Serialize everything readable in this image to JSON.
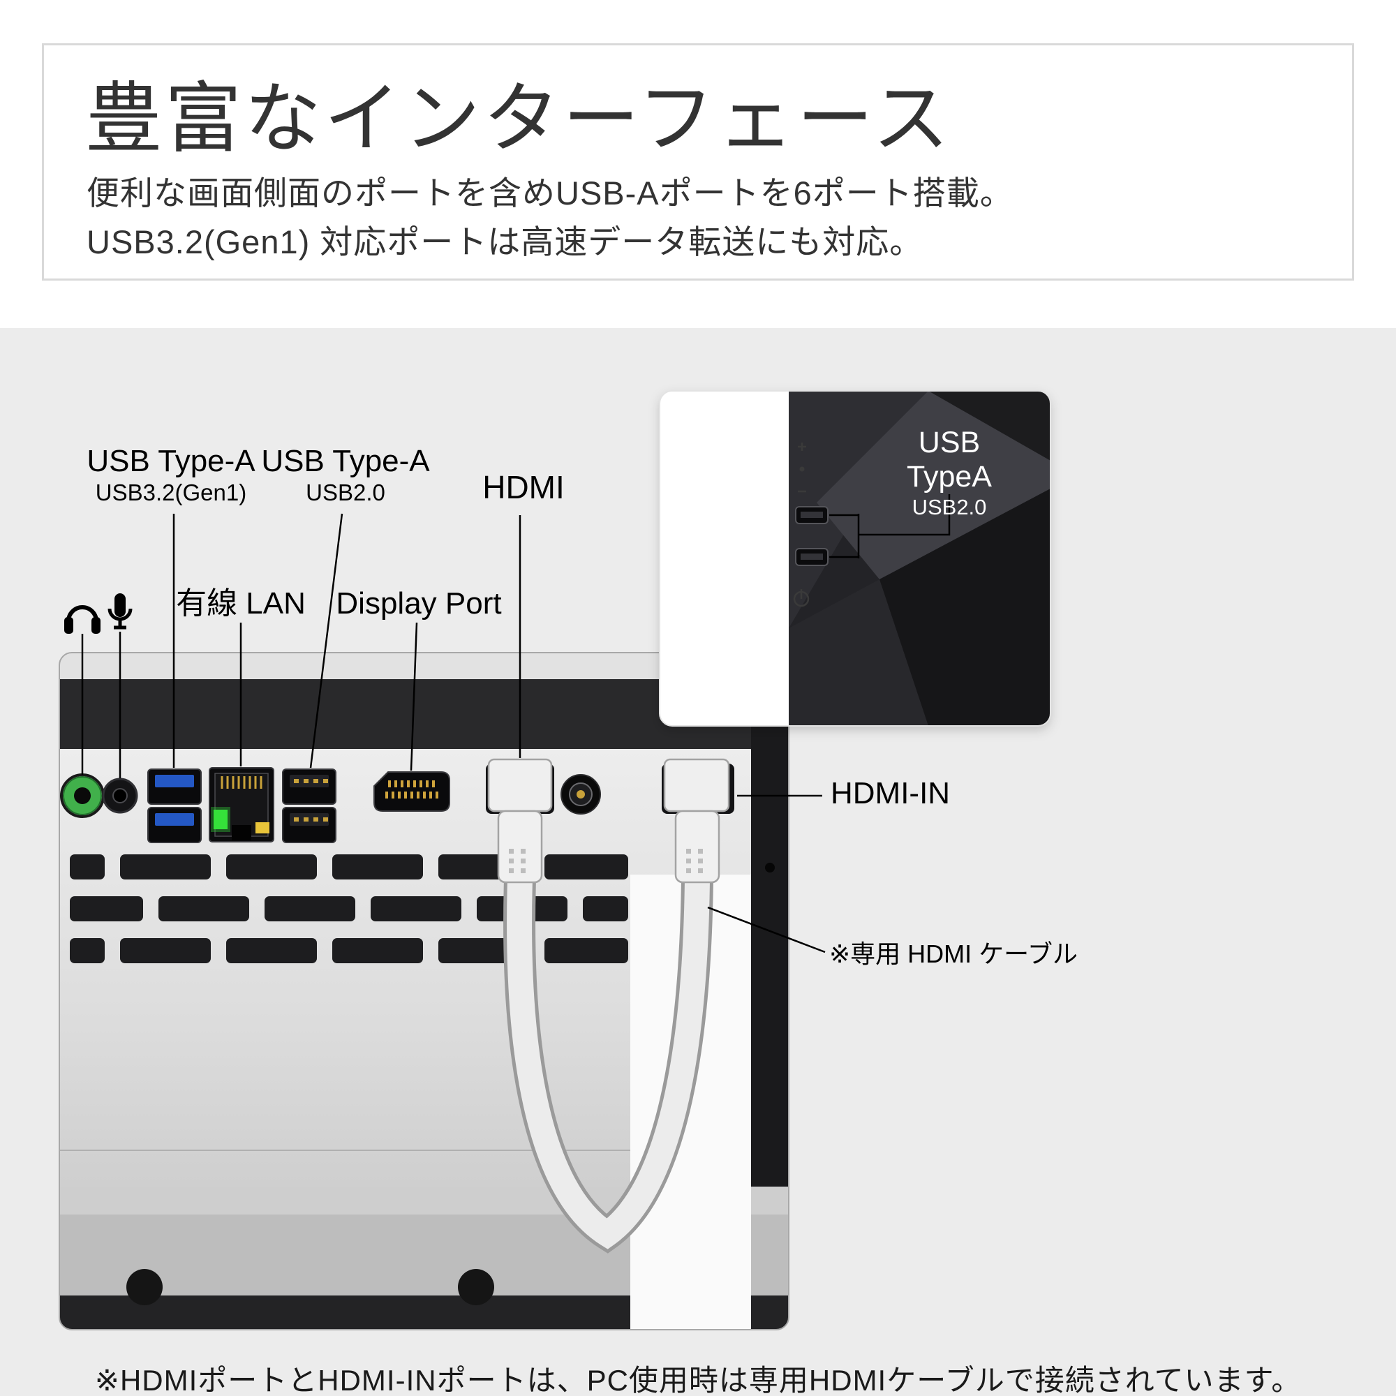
{
  "header": {
    "title": "豊富なインターフェース",
    "description_line1": "便利な画面側面のポートを含めUSB-Aポートを6ポート搭載。",
    "description_line2": "USB3.2(Gen1) 対応ポートは高速データ転送にも対応。"
  },
  "diagram": {
    "labels": {
      "usb_front": {
        "title": "USB Type-A",
        "sub": "USB3.2(Gen1)"
      },
      "usb_rear": {
        "title": "USB Type-A",
        "sub": "USB2.0"
      },
      "hdmi": "HDMI",
      "lan": "有線 LAN",
      "display_port": "Display Port",
      "hdmi_in": "HDMI-IN",
      "cable_note": "※専用 HDMI ケーブル"
    },
    "inset": {
      "title": "USB TypeA",
      "sub": "USB2.0"
    },
    "icons": {
      "headphone": "headphone-icon",
      "mic": "mic-icon",
      "power": "power-icon"
    }
  },
  "footer": {
    "note": "※HDMIポートとHDMI-INポートは、PC使用時は専用HDMIケーブルで接続されています。"
  },
  "colors": {
    "section_bg": "#ececec",
    "audio_jack_green": "#41b04b",
    "usb3_blue": "#2458c5",
    "lan_led_green": "#35e03a",
    "lan_led_yellow": "#e8c43a",
    "gold_pins": "#c9a23a"
  }
}
